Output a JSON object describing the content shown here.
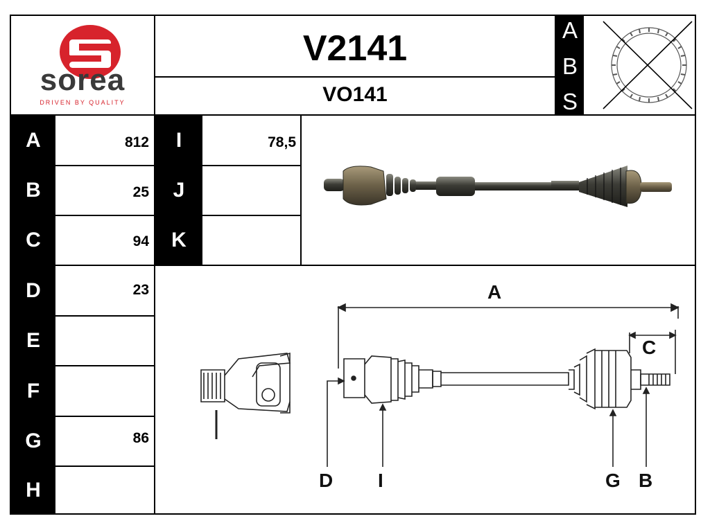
{
  "brand": {
    "name": "sorea",
    "tagline": "DRIVEN BY QUALITY",
    "red": "#d7232c",
    "dark": "#3a3a3a"
  },
  "header": {
    "part_number": "V2141",
    "sub_code": "VO141",
    "abs_letters": [
      "A",
      "B",
      "S"
    ]
  },
  "specs_left": [
    {
      "label": "A",
      "value": "812"
    },
    {
      "label": "B",
      "value": "25"
    },
    {
      "label": "C",
      "value": "94"
    },
    {
      "label": "D",
      "value": "23"
    },
    {
      "label": "E",
      "value": ""
    },
    {
      "label": "F",
      "value": ""
    },
    {
      "label": "G",
      "value": "86"
    },
    {
      "label": "H",
      "value": ""
    }
  ],
  "specs_mid": [
    {
      "label": "I",
      "value": "78,5"
    },
    {
      "label": "J",
      "value": ""
    },
    {
      "label": "K",
      "value": ""
    }
  ],
  "diagram_labels": {
    "a": "A",
    "c": "C",
    "d": "D",
    "i": "I",
    "g": "G",
    "b": "B"
  }
}
